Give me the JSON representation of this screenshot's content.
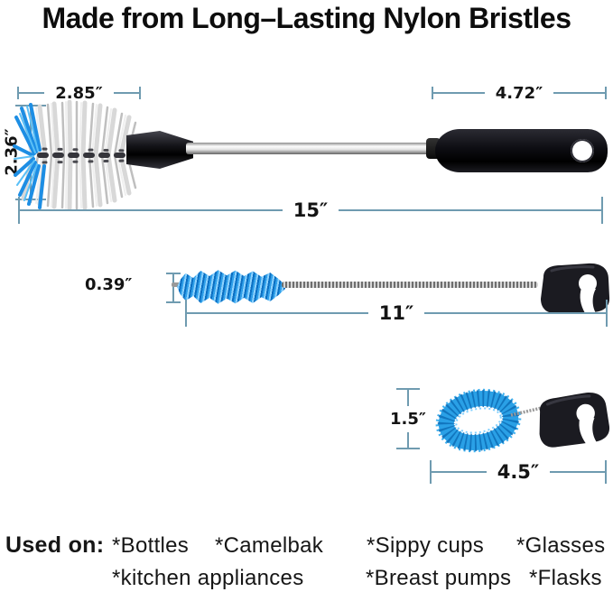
{
  "title": "Made from Long–Lasting Nylon Bristles",
  "colors": {
    "dim": "#6f9bb0",
    "ink": "#141414",
    "blue": "#1d8ee4",
    "handle": "#1b1b21"
  },
  "brushes": {
    "large": {
      "name": "large bottle brush with steel rod and black handle",
      "head_width": "2.85″",
      "head_height": "2.36″",
      "handle_length": "4.72″",
      "total_length": "15″"
    },
    "straw": {
      "name": "thin straw brush with twisted wire and black hook handle",
      "diameter": "0.39″",
      "total_length": "11″"
    },
    "loop": {
      "name": "loop-shaped spout brush with black hook handle",
      "height": "1.5″",
      "width": "4.5″"
    }
  },
  "used_on": {
    "label": "Used on:",
    "row1": [
      "*Bottles",
      "*Camelbak",
      "*Sippy cups",
      "*Glasses"
    ],
    "row2": [
      "*kitchen appliances",
      "*Breast pumps",
      "*Flasks"
    ]
  }
}
